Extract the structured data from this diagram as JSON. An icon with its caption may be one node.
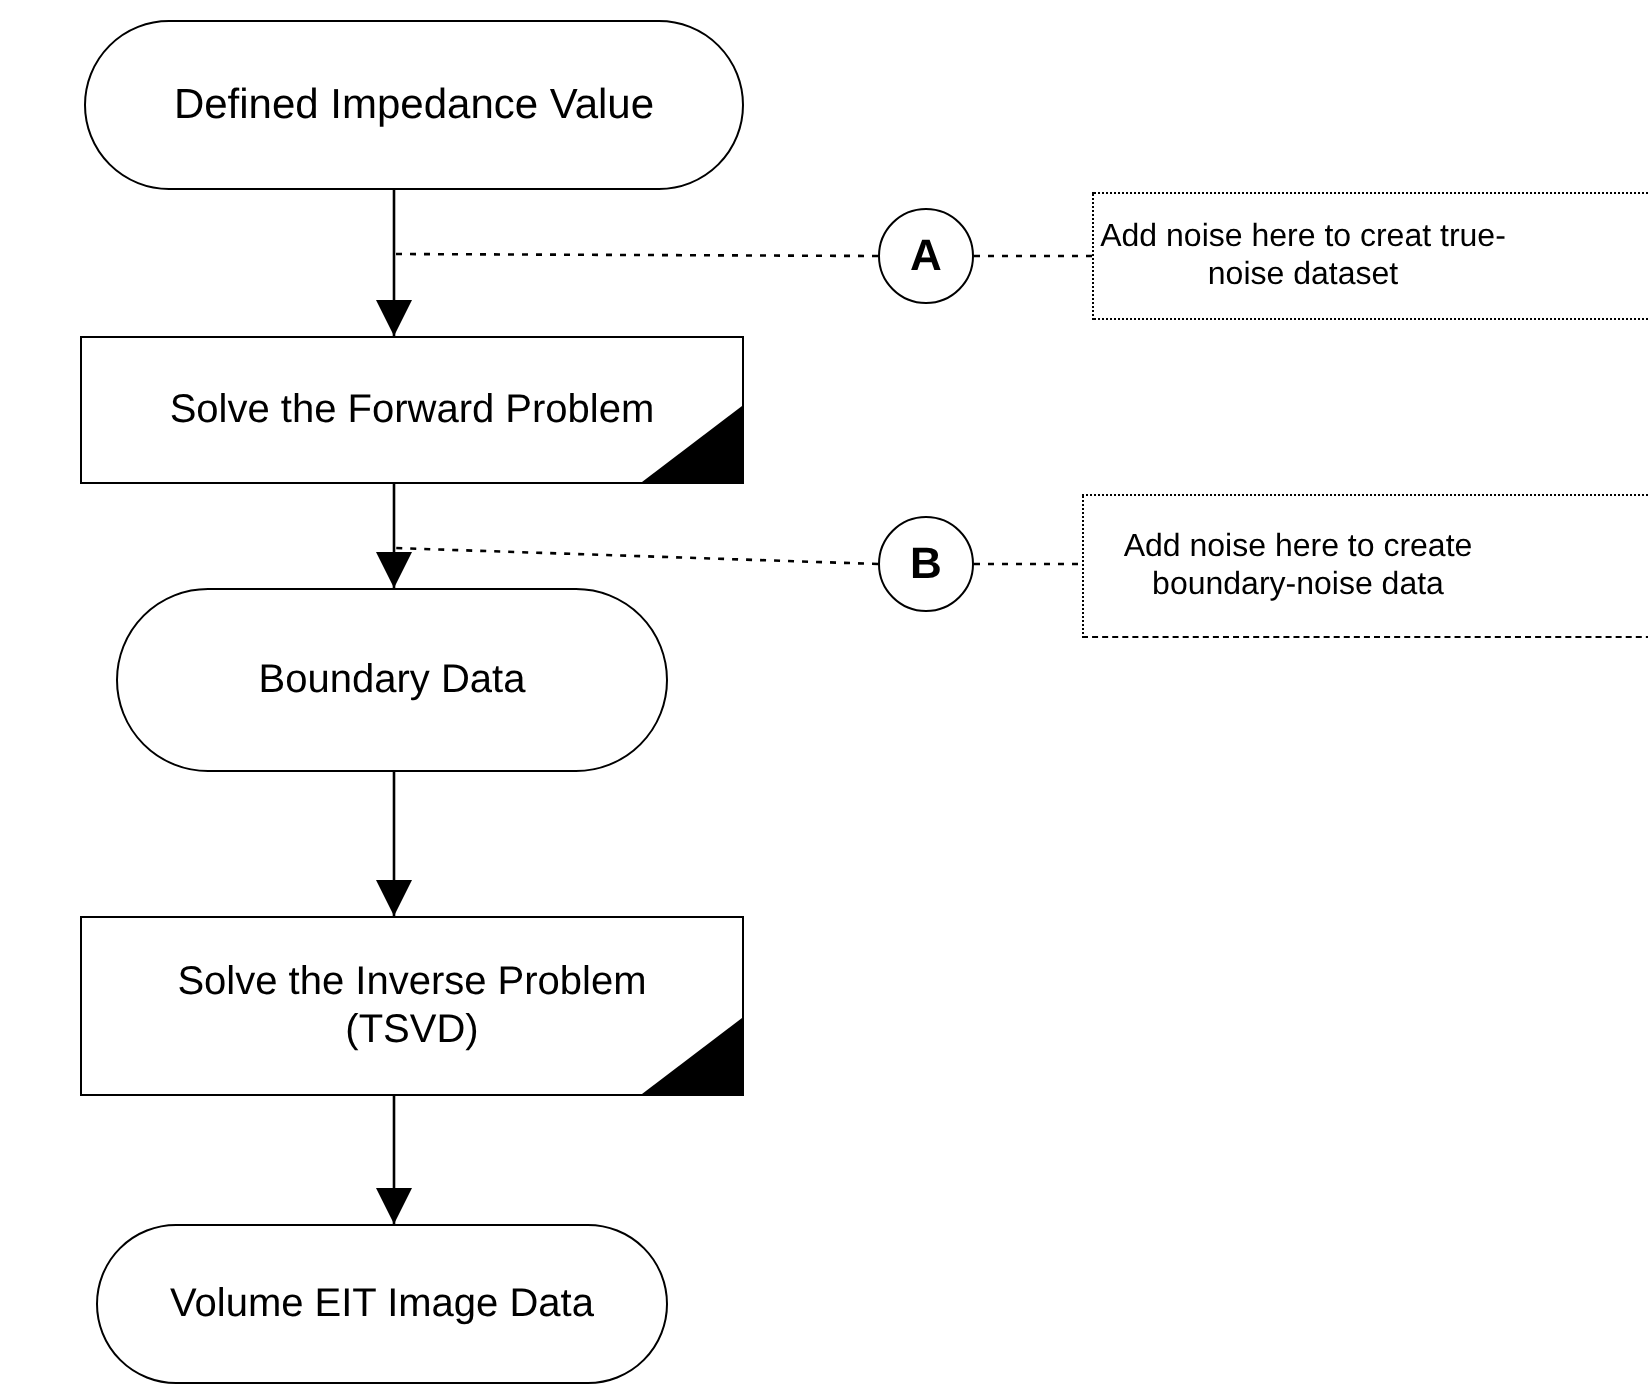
{
  "diagram": {
    "nodes": [
      {
        "text": [
          "Defined Impedance Value"
        ]
      },
      {
        "text": [
          "Solve the Forward Problem"
        ]
      },
      {
        "text": [
          "A"
        ]
      },
      {
        "text": [
          "Add noise here to creat true-noise dataset"
        ]
      },
      {
        "text": [
          "B"
        ]
      },
      {
        "text": [
          "Add noise here to create boundary-noise data"
        ]
      },
      {
        "text": [
          "Boundary Data"
        ]
      },
      {
        "text": [
          "Solve the Inverse Problem (TSVD)"
        ]
      },
      {
        "text": [
          "Volume EIT Image Data"
        ]
      }
    ],
    "edges": [
      {
        "from": 0,
        "to": 1,
        "arrow": "to"
      },
      {
        "from": 1,
        "to": 6,
        "arrow": "to"
      },
      {
        "from": 6,
        "to": 7,
        "arrow": "to"
      },
      {
        "from": 7,
        "to": 8,
        "arrow": "to"
      },
      {
        "from": 2,
        "to": null,
        "arrow": "none",
        "style": "dashed"
      },
      {
        "from": 2,
        "to": 3,
        "arrow": "none",
        "style": "dashed"
      },
      {
        "from": 4,
        "to": null,
        "arrow": "none",
        "style": "dashed"
      },
      {
        "from": 4,
        "to": 5,
        "arrow": "none",
        "style": "dashed"
      }
    ]
  }
}
